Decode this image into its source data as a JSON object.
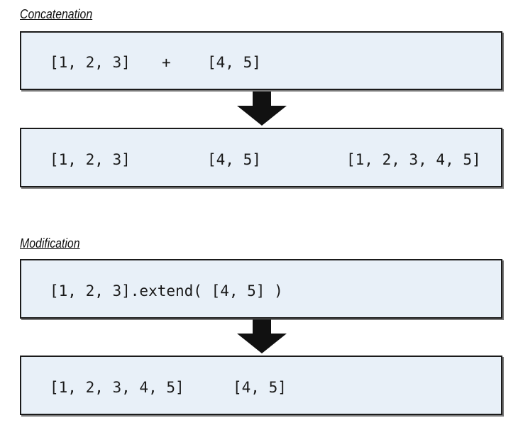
{
  "concatenation": {
    "title": "Concatenation",
    "input": {
      "left": "[1, 2, 3]",
      "operator": "+",
      "right": "[4, 5]"
    },
    "output": {
      "first": "[1, 2, 3]",
      "second": "[4, 5]",
      "result": "[1, 2, 3, 4, 5]"
    }
  },
  "modification": {
    "title": "Modification",
    "input": {
      "expression": "[1, 2, 3].extend( [4, 5] )"
    },
    "output": {
      "first": "[1, 2, 3, 4, 5]",
      "second": "[4, 5]"
    }
  },
  "colors": {
    "box_fill": "#e8f0f8",
    "box_border": "#1a1a1a",
    "arrow": "#111111"
  }
}
